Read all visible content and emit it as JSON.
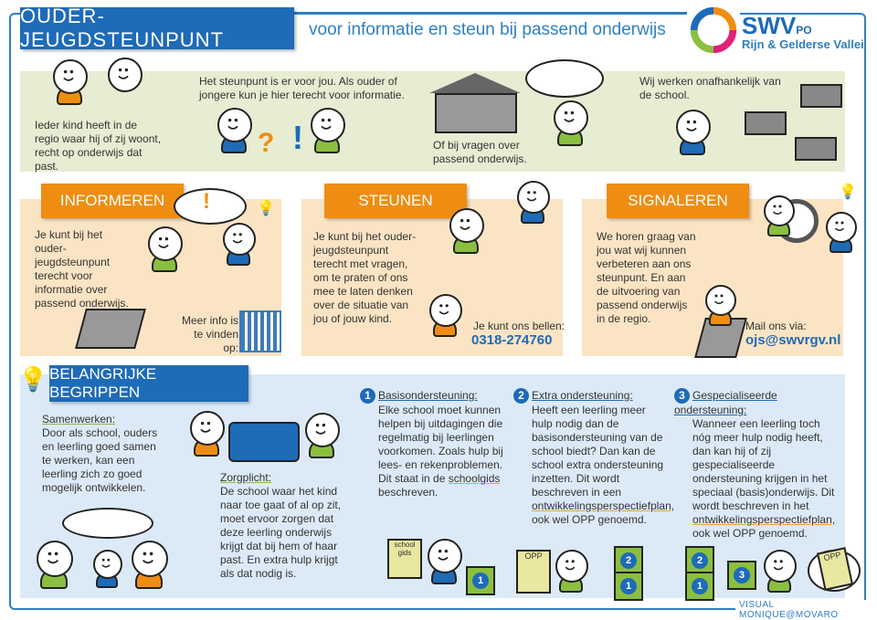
{
  "header": {
    "title": "OUDER-JEUGDSTEUNPUNT",
    "subtitle": "voor informatie en steun bij passend onderwijs",
    "logo": {
      "name": "SWV",
      "suffix": "PO",
      "region": "Rijn & Gelderse Vallei"
    }
  },
  "intro": {
    "items": [
      "Ieder kind heeft in de regio waar hij of zij woont, recht op onderwijs dat past.",
      "Het steunpunt is er voor jou. Als ouder of jongere kun je hier terecht voor informatie.",
      "Of bij vragen over passend onderwijs.",
      "Wij werken onafhankelijk van de school."
    ]
  },
  "sections": [
    {
      "title": "INFORMEREN",
      "text": "Je kunt bij het ouder-jeugdsteunpunt terecht voor informatie over passend onderwijs.",
      "contact_label": "Meer info is te vinden op:",
      "contact_value": ""
    },
    {
      "title": "STEUNEN",
      "text": "Je kunt bij het ouder-jeugdsteunpunt terecht met vragen, om te praten of ons mee te laten denken over de situatie van jou of jouw kind.",
      "contact_label": "Je kunt ons bellen:",
      "contact_value": "0318-274760"
    },
    {
      "title": "SIGNALEREN",
      "text": "We horen graag van jou wat wij kunnen verbeteren aan ons steunpunt. En aan de uitvoering van passend onderwijs in de regio.",
      "contact_label": "Mail ons via:",
      "contact_value": "ojs@swvrgv.nl"
    }
  ],
  "concepts": {
    "title": "BELANGRIJKE BEGRIPPEN",
    "samenwerken": {
      "term": "Samenwerken:",
      "text": "Door als school, ouders en leerling goed samen te werken, kan een leerling zich zo goed mogelijk ontwikkelen."
    },
    "zorgplicht": {
      "term": "Zorgplicht:",
      "text": "De school waar het kind naar toe gaat of al op zit, moet ervoor zorgen dat deze leerling onderwijs krijgt dat bij hem of haar past. En extra hulp krijgt als dat nodig is."
    },
    "levels": [
      {
        "number": "1",
        "term": "Basisondersteuning:",
        "text_before": "Elke school moet kunnen helpen bij uitdagingen die regelmatig bij leerlingen voorkomen. Zoals hulp bij lees- en rekenproblemen. Dit staat in de",
        "highlight": "schoolgids",
        "text_after": "beschreven.",
        "prop_label": "school gids"
      },
      {
        "number": "2",
        "term": "Extra ondersteuning:",
        "text_before": "Heeft een leerling meer hulp nodig dan de basisondersteuning van de school biedt? Dan kan de school extra ondersteuning inzetten. Dit wordt beschreven in een",
        "highlight": "ontwikkelingsperspectiefplan,",
        "text_after": "ook wel OPP genoemd.",
        "prop_label": "OPP"
      },
      {
        "number": "3",
        "term": "Gespecialiseerde ondersteuning:",
        "text_before": "Wanneer een leerling toch nóg meer hulp nodig heeft, dan kan hij of zij gespecialiseerde ondersteuning krijgen in het speciaal (basis)onderwijs. Dit wordt beschreven in het",
        "highlight": "ontwikkelingsperspectiefplan,",
        "text_after": "ook wel OPP genoemd.",
        "prop_label": "OPP"
      }
    ]
  },
  "footer": "VISUAL MONIQUE@MOVARO",
  "colors": {
    "blue": "#1e6bb8",
    "orange": "#ef8d12",
    "green": "#8bbf3f",
    "green_panel": "#e6edd2",
    "orange_panel": "#fbe4c4",
    "blue_panel": "#dceaf8"
  }
}
